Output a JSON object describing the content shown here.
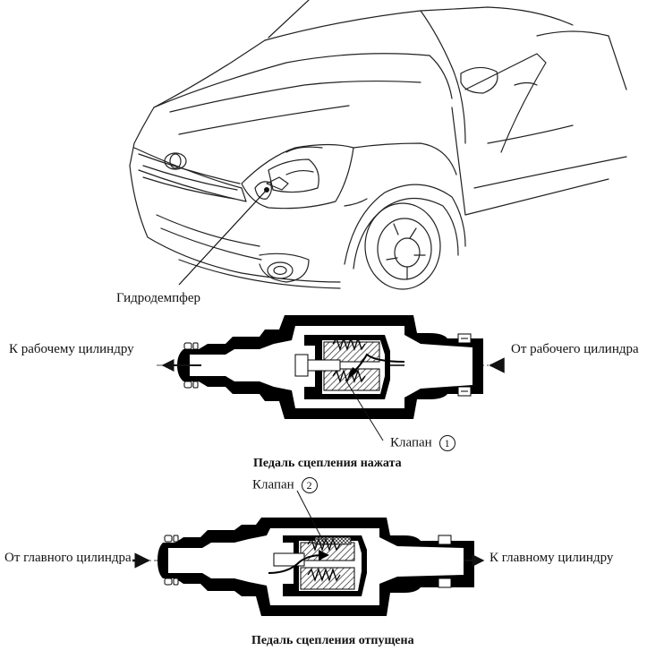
{
  "labels": {
    "damper": "Гидродемпфер",
    "to_slave": "К рабочему цилиндру",
    "from_slave": "От рабочего цилиндра",
    "valve1_text": "Клапан",
    "valve1_num": "1",
    "caption1": "Педаль сцепления нажата",
    "valve2_text": "Клапан",
    "valve2_num": "2",
    "from_master": "От главного цилиндра",
    "to_master": "К главному цилиндру",
    "caption2": "Педаль сцепления отпущена"
  },
  "colors": {
    "line": "#111111",
    "fill": "#000000",
    "hatch": "#444444",
    "paper": "#ffffff"
  }
}
